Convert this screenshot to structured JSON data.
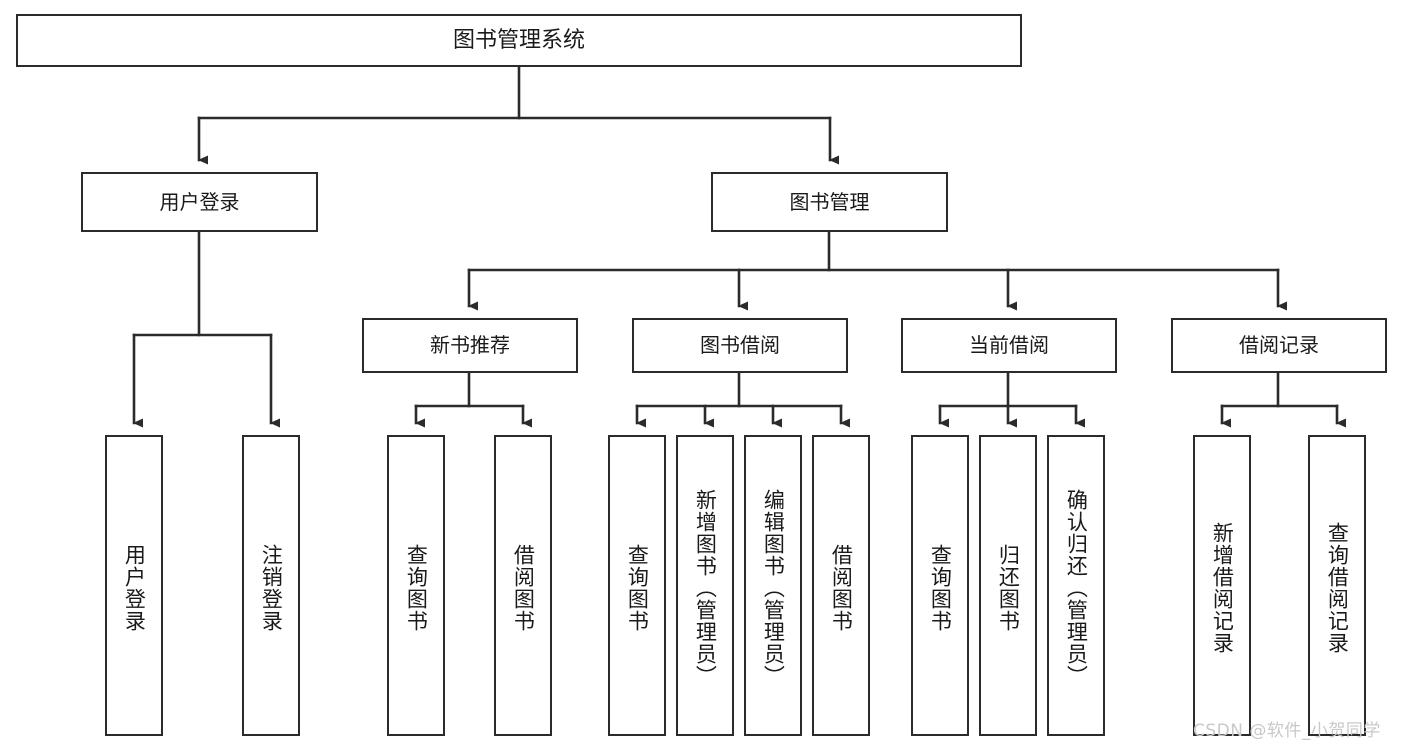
{
  "diagram": {
    "type": "tree",
    "title": "图书管理系统",
    "watermark": "CSDN @软件_小贺同学",
    "colors": {
      "box_border": "#2b2b2b",
      "box_fill": "#ffffff",
      "connector": "#2b2b2b",
      "text": "#1a1a1a",
      "watermark": "#c9c9c9",
      "background": "#ffffff"
    },
    "root": {
      "label": "图书管理系统"
    },
    "level2": [
      {
        "label": "用户登录"
      },
      {
        "label": "图书管理"
      }
    ],
    "level3": [
      {
        "label": "新书推荐"
      },
      {
        "label": "图书借阅"
      },
      {
        "label": "当前借阅"
      },
      {
        "label": "借阅记录"
      }
    ],
    "leaves": [
      {
        "label": "用户登录"
      },
      {
        "label": "注销登录"
      },
      {
        "label": "查询图书"
      },
      {
        "label": "借阅图书"
      },
      {
        "label": "查询图书"
      },
      {
        "label": "新增图书（管理员）"
      },
      {
        "label": "编辑图书（管理员）"
      },
      {
        "label": "借阅图书"
      },
      {
        "label": "查询图书"
      },
      {
        "label": "归还图书"
      },
      {
        "label": "确认归还（管理员）"
      },
      {
        "label": "新增借阅记录"
      },
      {
        "label": "查询借阅记录"
      }
    ]
  }
}
